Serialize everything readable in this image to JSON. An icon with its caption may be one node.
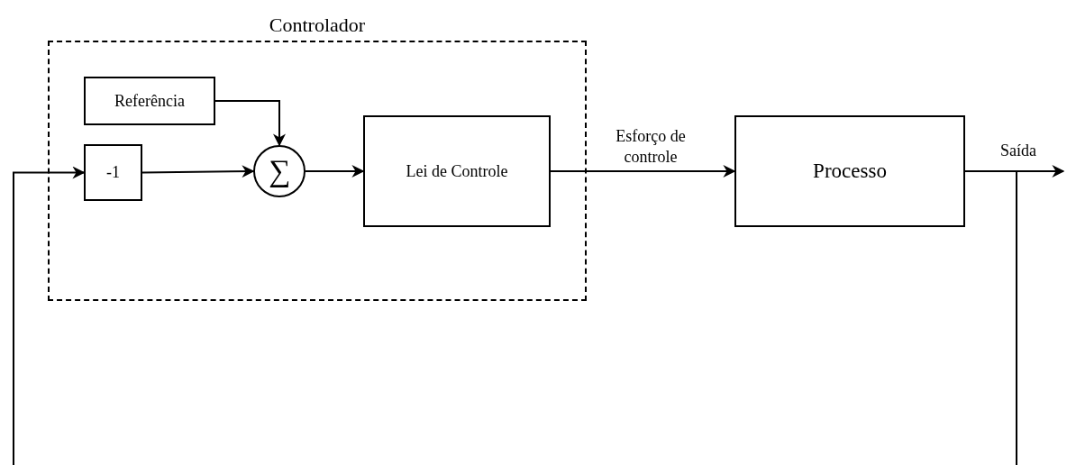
{
  "diagram": {
    "nodes": [
      {
        "text": [
          "Controlador"
        ]
      },
      {
        "text": [
          "Referência"
        ],
        "in": 0
      },
      {
        "text": [
          "-1"
        ],
        "in": 0
      },
      {
        "text": [
          "∑"
        ],
        "in": 0
      },
      {
        "text": [
          "Lei de Controle"
        ],
        "in": 0
      },
      {
        "text": [
          "Processo"
        ]
      }
    ],
    "edges": [
      {
        "from": 1,
        "to": 3,
        "arrow": "to"
      },
      {
        "from": 2,
        "to": 3,
        "arrow": "to"
      },
      {
        "from": 3,
        "to": 4,
        "arrow": "to"
      },
      {
        "from": 4,
        "to": 5,
        "label": "Esforço de controle",
        "arrow": "to"
      },
      {
        "from": 5,
        "to": null,
        "label": "Saída",
        "arrow": "to"
      },
      {
        "from": 5,
        "to": 2,
        "arrow": "to"
      }
    ]
  }
}
